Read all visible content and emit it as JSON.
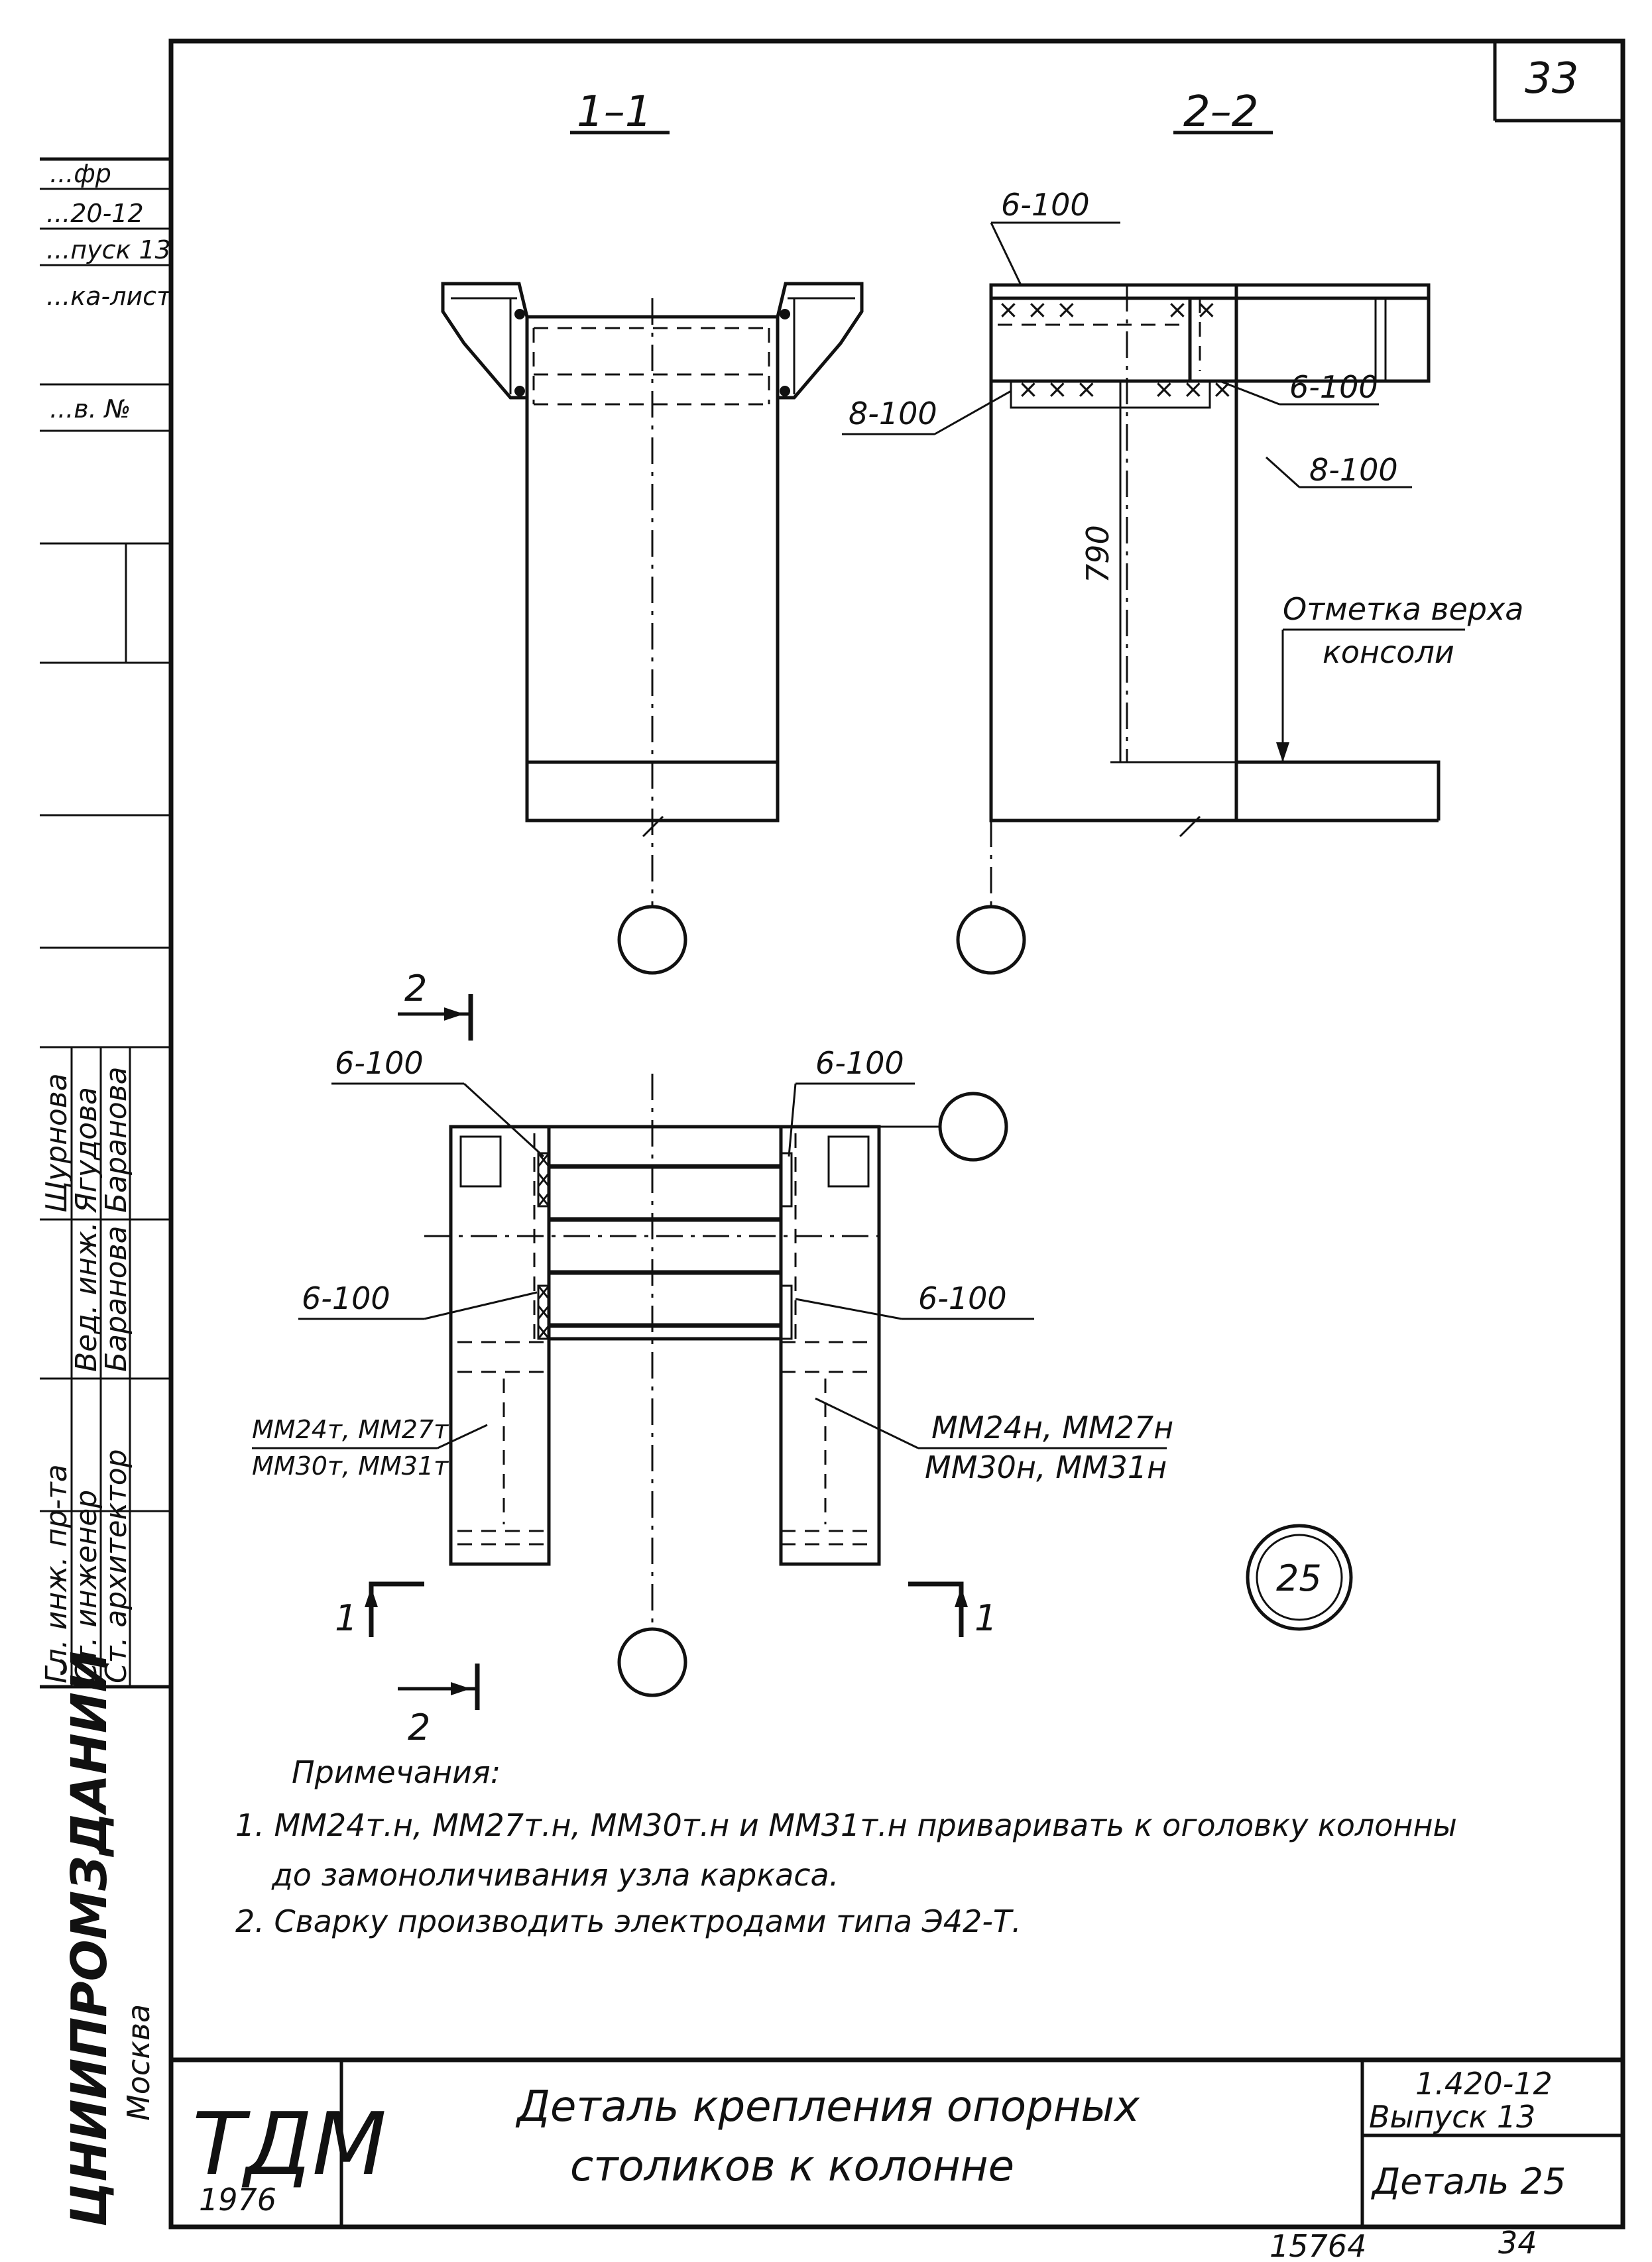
{
  "sheet": {
    "page_number": "33",
    "footer_left": "15764",
    "footer_right": "34"
  },
  "left_margin": {
    "stamps": [
      "...фр",
      "...20-12",
      "...пуск 13",
      "...ка-лист",
      "...в. №"
    ],
    "organization": "ЦНИИПРОМЗДАНИЙ",
    "city": "Москва",
    "roles": [
      "Гл. инж. пр-та",
      "Ст. инженер",
      "Ст. архитектор"
    ],
    "names": [
      "Щурнова",
      "Ягудова",
      "Баранова"
    ],
    "signatures": [
      "Вед. инж.",
      "Баранова"
    ]
  },
  "views": {
    "section_1": {
      "label": "1–1",
      "callout": ""
    },
    "section_2": {
      "label": "2–2",
      "weld_top": "6-100",
      "weld_left": "8-100",
      "weld_right_1": "6-100",
      "weld_right_2": "8-100",
      "dimension": "790",
      "elevation_note_1": "Отметка верха",
      "elevation_note_2": "консоли"
    },
    "plan": {
      "weld_tl": "6-100",
      "weld_tr": "6-100",
      "weld_ml": "6-100",
      "weld_mr": "6-100",
      "left_marks_1": "ММ24т, ММ27т",
      "left_marks_2": "ММ30т, ММ31т",
      "right_marks_1": "ММ24н, ММ27н",
      "right_marks_2": "ММ30н, ММ31н",
      "cut_2_top": "2",
      "cut_2_bottom": "2",
      "cut_1_left": "1",
      "cut_1_right": "1",
      "detail_number": "25"
    }
  },
  "notes": {
    "heading": "Примечания:",
    "items": [
      "1. ММ24т.н, ММ27т.н, ММ30т.н и ММ31т.н приваривать к оголовку колонны",
      "до замоноличивания узла каркаса.",
      "2. Сварку производить электродами типа Э42-Т."
    ]
  },
  "title_block": {
    "logo": "ТДМ",
    "year": "1976",
    "title_line_1": "Деталь крепления опорных",
    "title_line_2": "столиков к колонне",
    "series": "1.420-12",
    "issue": "Выпуск 13",
    "detail": "Деталь 25"
  }
}
